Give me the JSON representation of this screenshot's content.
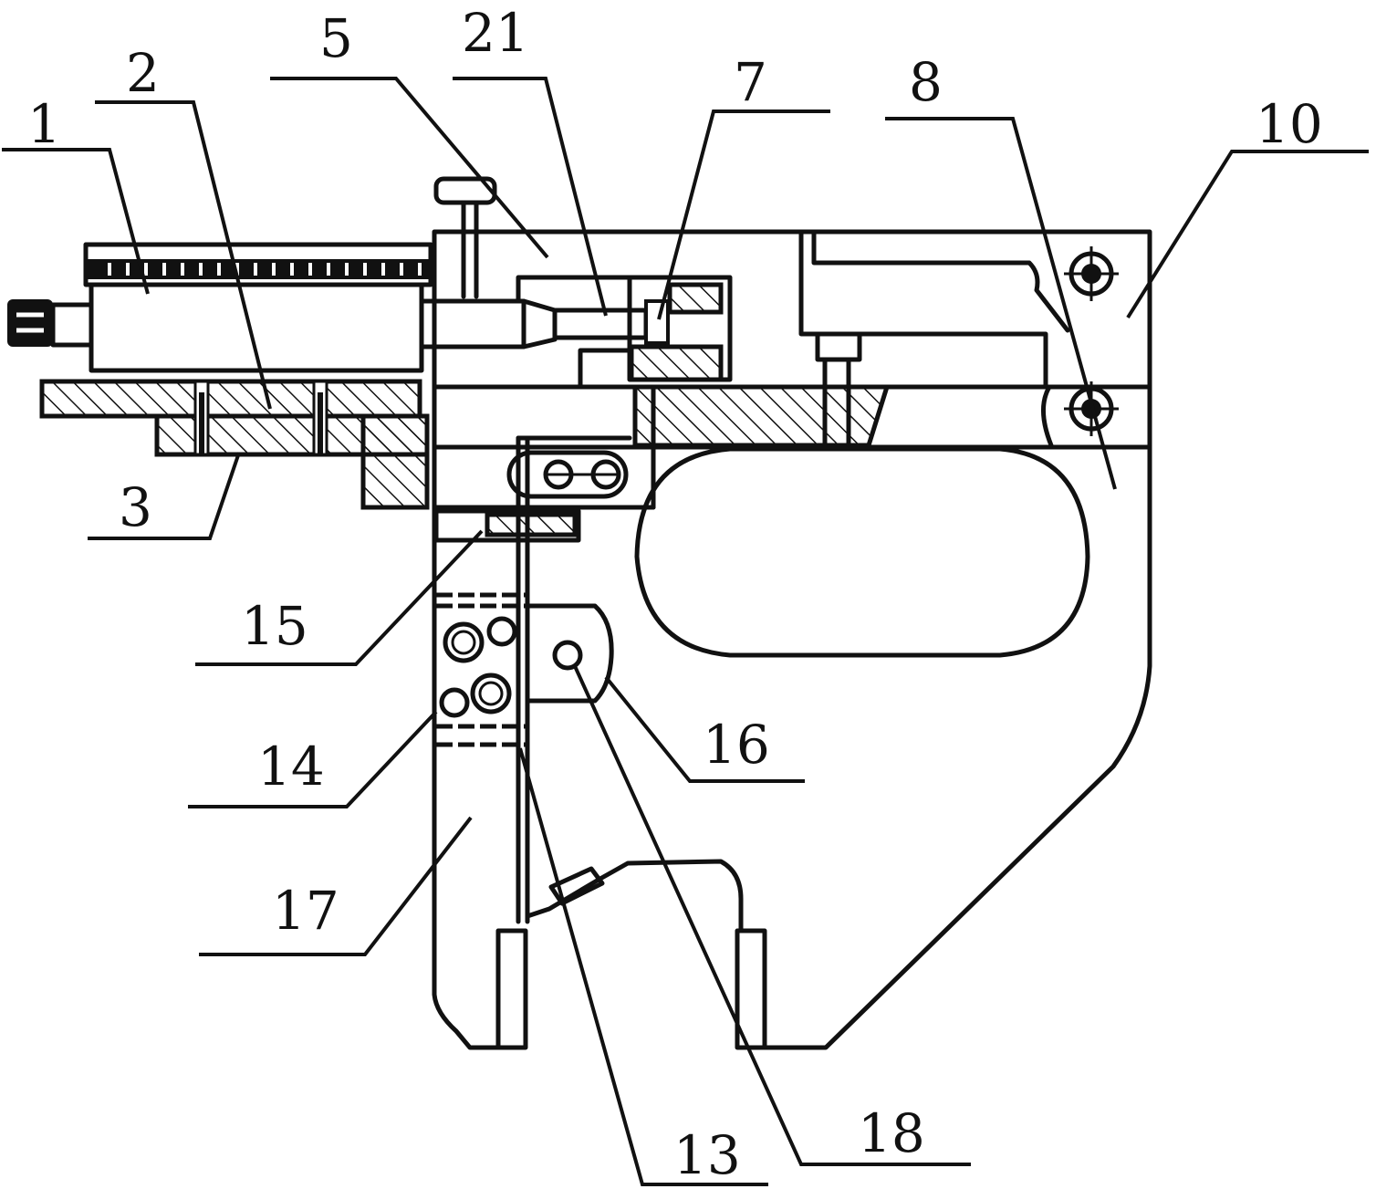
{
  "diagram": {
    "colors": {
      "ink": "#111111",
      "background": "#ffffff"
    },
    "part_labels": [
      "1",
      "2",
      "3",
      "5",
      "21",
      "7",
      "8",
      "10",
      "15",
      "14",
      "16",
      "17",
      "13",
      "18"
    ]
  }
}
